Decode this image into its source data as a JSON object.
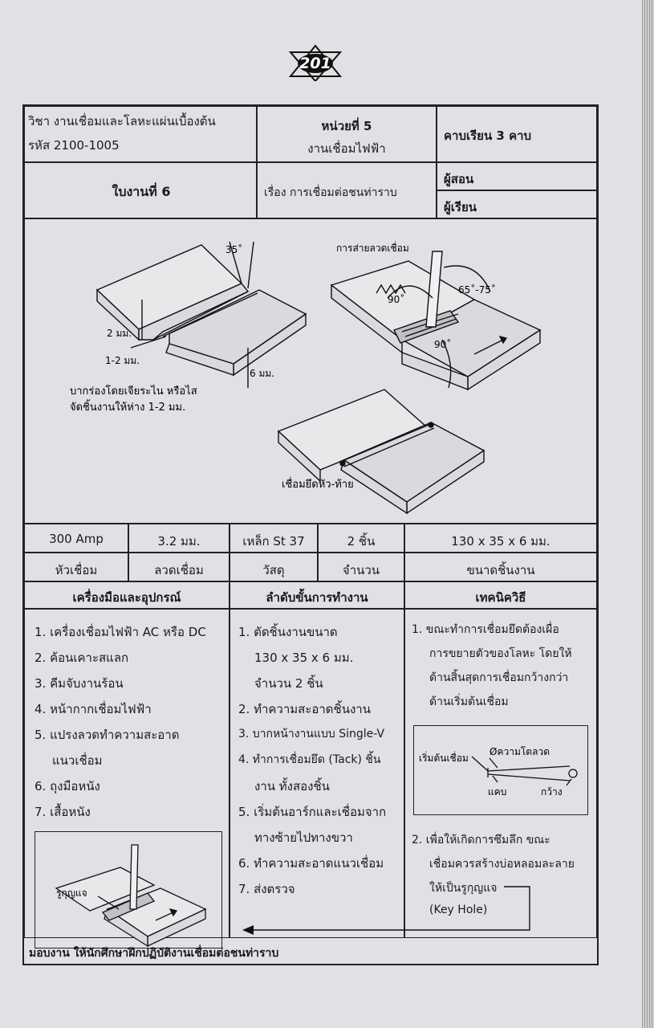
{
  "page_number": "201",
  "header": {
    "subject": "วิชา  งานเชื่อมและโลหะแผ่นเบื้องต้น",
    "code": "รหัส  2100-1005",
    "unit": "หน่วยที่ 5",
    "unit_name": "งานเชื่อมไฟฟ้า",
    "periods": "คาบเรียน  3  คาบ",
    "worksheet": "ใบงานที่ 6",
    "topic": "เรื่อง   การเชื่อมต่อชนท่าราบ",
    "teacher": "ผู้สอน",
    "learner": "ผู้เรียน"
  },
  "figures": {
    "angle_35": "35˚",
    "dim_2mm": "2 มม.",
    "dim_1_2mm": "1-2 มม.",
    "dim_6mm": "6 มม.",
    "prep_note_1": "บากร่องโดยเจียระไน หรือไส",
    "prep_note_2": "จัดชิ้นงานให้ห่าง 1-2 มม.",
    "weave_label": "การส่ายลวดเชื่อม",
    "angle_90a": "90˚",
    "angle_65_75": "65˚-75˚",
    "angle_90b": "90˚",
    "tack_label": "เชื่อมยึดหัว-ท้าย"
  },
  "specs": {
    "values": [
      "300 Amp",
      "3.2 มม.",
      "เหล็ก St 37",
      "2 ชิ้น",
      "130 x 35 x 6 มม."
    ],
    "labels": [
      "หัวเชื่อม",
      "ลวดเชื่อม",
      "วัสดุ",
      "จำนวน",
      "ขนาดชิ้นงาน"
    ]
  },
  "columns": {
    "tools_title": "เครื่องมือและอุปกรณ์",
    "steps_title": "ลำดับขั้นการทำงาน",
    "tech_title": "เทคนิควิธี"
  },
  "tools": [
    "1.  เครื่องเชื่อมไฟฟ้า AC หรือ DC",
    "2.  ค้อนเคาะสแลก",
    "3.  คีมจับงานร้อน",
    "4.  หน้ากากเชื่อมไฟฟ้า",
    "5.  แปรงลวดทำความสะอาด",
    "แนวเชื่อม",
    "6.  ถุงมือหนัง",
    "7.  เสื้อหนัง"
  ],
  "keyhole_label": "รูกุญแจ",
  "steps": [
    "1.  ตัดชิ้นงานขนาด",
    "130 x 35 x 6 มม.",
    "จำนวน 2 ชิ้น",
    "2.  ทำความสะอาดชิ้นงาน",
    "3.  บากหน้างานแบบ Single-V",
    "4.  ทำการเชื่อมยึด (Tack) ชิ้น",
    "งาน ทั้งสองชิ้น",
    "5.  เริ่มต้นอาร์กและเชื่อมจาก",
    "ทางซ้ายไปทางขวา",
    "6.  ทำความสะอาดแนวเชื่อม",
    "7.  ส่งตรวจ"
  ],
  "technique": [
    "1.  ขณะทำการเชื่อมยึดต้องเผื่อ",
    "การขยายตัวของโลหะ โดยให้",
    "ด้านสิ้นสุดการเชื่อมกว้างกว่า",
    "ด้านเริ่มต้นเชื่อม"
  ],
  "gap_diagram": {
    "start": "เริ่มต้นเชื่อม",
    "dia": "Øความโตลวด",
    "narrow": "แคบ",
    "wide": "กว้าง"
  },
  "technique2": [
    "2.  เพื่อให้เกิดการซึมลึก ขณะ",
    "เชื่อมควรสร้างบ่อหลอมละลาย",
    "ให้เป็นรูกุญแจ",
    "(Key Hole)"
  ],
  "assignment": "มอบงาน  ให้นักศึกษาฝึกปฏิบัติงานเชื่อมต่อชนท่าราบ"
}
